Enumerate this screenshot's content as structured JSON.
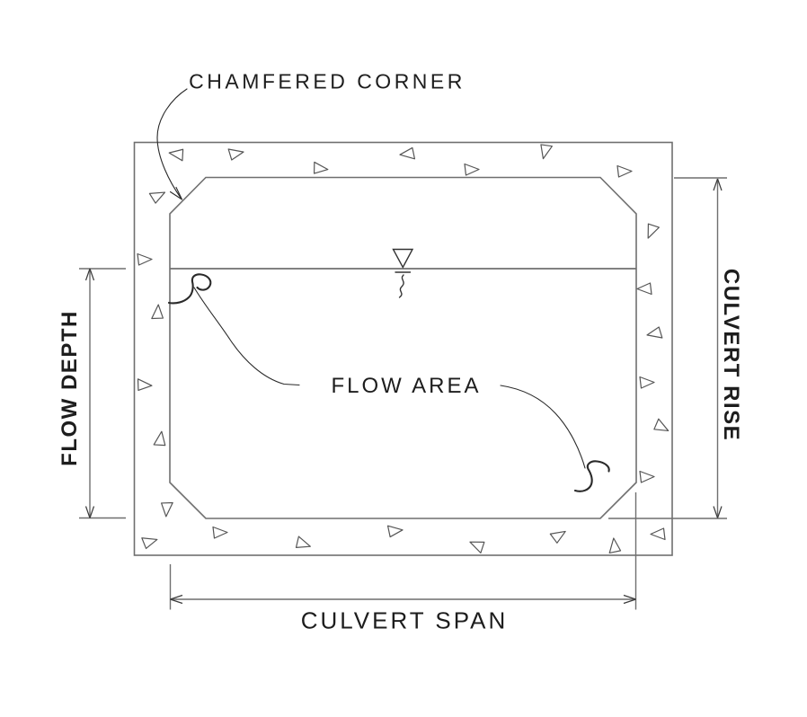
{
  "diagram": {
    "type": "box-culvert-cross-section",
    "labels": {
      "chamfered_corner": "CHAMFERED CORNER",
      "flow_area": "FLOW AREA",
      "flow_depth": "FLOW DEPTH",
      "culvert_rise": "CULVERT RISE",
      "culvert_span": "CULVERT SPAN"
    },
    "symbols": {
      "water_surface_marker": "water-surface-triangle-icon",
      "aggregate_marks": "open-triangle-concrete-symbols",
      "leader_ends": "squiggle-hook"
    },
    "colors": {
      "background": "#ffffff",
      "wall_line": "#6f6f6f",
      "dimension_line": "#6f6f6f",
      "annotation_line": "#222222",
      "text": "#1d1d1d"
    }
  }
}
